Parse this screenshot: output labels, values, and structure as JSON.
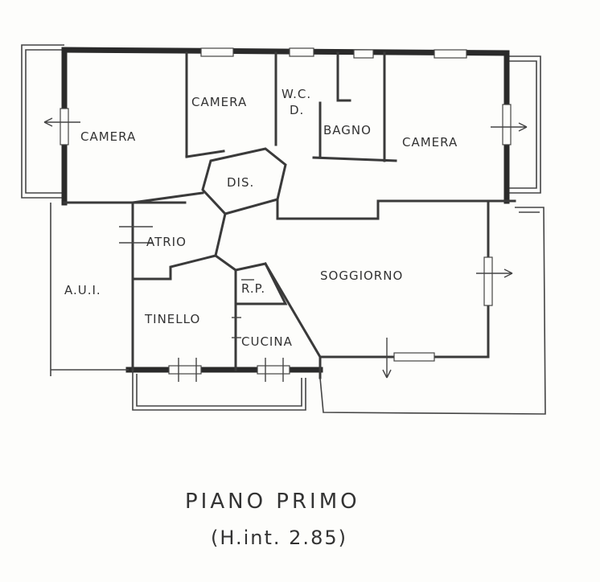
{
  "rooms": {
    "camera_left": "CAMERA",
    "camera_center": "CAMERA",
    "wc": "W.C.",
    "wc_sub": "D.",
    "bagno": "BAGNO",
    "camera_right": "CAMERA",
    "dis": "DIS.",
    "atrio": "ATRIO",
    "aui": "A.U.I.",
    "rp": "R.P.",
    "soggiorno": "SOGGIORNO",
    "tinello": "TINELLO",
    "cucina": "CUCINA"
  },
  "title": "PIANO PRIMO",
  "subtitle": "(H.int. 2.85)"
}
